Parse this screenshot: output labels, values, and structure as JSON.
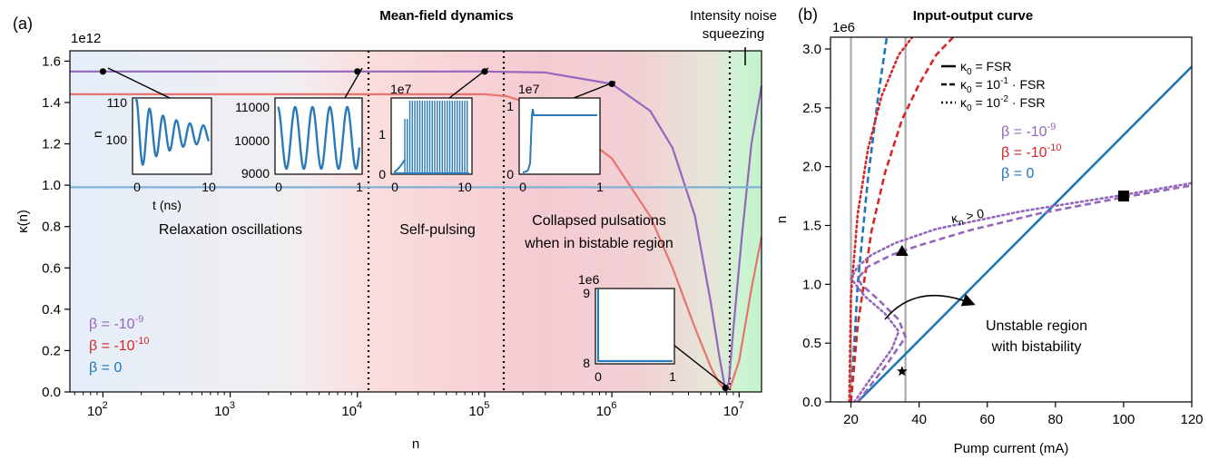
{
  "panel_a": {
    "label": "(a)",
    "title": "Mean-field dynamics",
    "xlabel": "n",
    "ylabel": "κ(n)",
    "y_multiplier": "1e12",
    "xtick_labels": [
      "10",
      "10",
      "10",
      "10",
      "10",
      "10"
    ],
    "xtick_exponents": [
      "2",
      "3",
      "4",
      "5",
      "6",
      "7"
    ],
    "ytick_labels": [
      "0.0",
      "0.2",
      "0.4",
      "0.6",
      "0.8",
      "1.0",
      "1.2",
      "1.4",
      "1.6"
    ],
    "annotations": {
      "relax": "Relaxation oscillations",
      "self_pulsing": "Self-pulsing",
      "collapsed_1": "Collapsed pulsations",
      "collapsed_2": "when in bistable region",
      "noise_1": "Intensity noise",
      "noise_2": "squeezing"
    },
    "legend": [
      {
        "base": "β = -10",
        "exp": "-9",
        "color": "#9467bd"
      },
      {
        "base": "β = -10",
        "exp": "-10",
        "color": "#d62728"
      },
      {
        "base": "β = 0",
        "exp": "",
        "color": "#1f77b4"
      }
    ],
    "insets": {
      "inset1": {
        "ylabel": "n",
        "xlabel": "t (ns)",
        "yticks": [
          "110",
          "100"
        ],
        "xticks": [
          "0",
          "10"
        ]
      },
      "inset2": {
        "yticks": [
          "11000",
          "10000",
          "9000"
        ],
        "xticks": [
          "0",
          "1"
        ]
      },
      "inset3": {
        "mult": "1e7",
        "yticks": [
          "1",
          "0"
        ],
        "xticks": [
          "0",
          "10"
        ]
      },
      "inset4": {
        "mult": "1e7",
        "yticks": [
          "1",
          "0"
        ],
        "xticks": [
          "0",
          "1"
        ]
      },
      "inset5": {
        "mult": "1e6",
        "yticks": [
          "9",
          "8"
        ],
        "xticks": [
          "0",
          "1"
        ]
      }
    }
  },
  "panel_b": {
    "label": "(b)",
    "title": "Input-output curve",
    "xlabel": "Pump current (mA)",
    "ylabel": "n",
    "y_multiplier": "1e6",
    "xtick_labels": [
      "20",
      "40",
      "60",
      "80",
      "100",
      "120"
    ],
    "ytick_labels": [
      "0.0",
      "0.5",
      "1.0",
      "1.5",
      "2.0",
      "2.5",
      "3.0"
    ],
    "linestyle_legend": [
      {
        "style": "solid",
        "text": "κ",
        "sub": "0",
        "rest": " = FSR",
        "pre": "",
        "sup": "",
        "post": ""
      },
      {
        "style": "dashed",
        "text": "κ",
        "sub": "0",
        "rest": " = 10",
        "sup": "-1",
        "post": " · FSR"
      },
      {
        "style": "dotted",
        "text": "κ",
        "sub": "0",
        "rest": " = 10",
        "sup": "-2",
        "post": " · FSR"
      }
    ],
    "legend": [
      {
        "base": "β = -10",
        "exp": "-9",
        "color": "#9467bd"
      },
      {
        "base": "β = -10",
        "exp": "-10",
        "color": "#d62728"
      },
      {
        "base": "β = 0",
        "exp": "",
        "color": "#1f77b4"
      }
    ],
    "annotations": {
      "kn_k": "κ",
      "kn_sub": "n",
      "kn_rest": " > 0",
      "unstable_1": "Unstable region",
      "unstable_2": "with bistability"
    }
  },
  "chart_data": [
    {
      "type": "line",
      "title": "Mean-field dynamics",
      "xlabel": "n",
      "ylabel": "κ(n)",
      "xscale": "log",
      "xlim": [
        55,
        15000000
      ],
      "ylim": [
        0,
        1.65
      ],
      "y_scale_factor": 1000000000000.0,
      "series": [
        {
          "name": "β = -10^-9",
          "color": "#9467bd",
          "x": [
            55,
            1000,
            10000,
            100000,
            300000,
            1000000,
            2000000,
            3000000,
            4500000,
            6000000,
            7000000,
            7600000,
            7900000,
            8300000,
            9000000,
            10500000,
            12500000,
            15000000
          ],
          "y": [
            1.55,
            1.55,
            1.55,
            1.55,
            1.545,
            1.49,
            1.36,
            1.18,
            0.85,
            0.43,
            0.17,
            0.05,
            0.0,
            0.05,
            0.3,
            0.75,
            1.2,
            1.48
          ]
        },
        {
          "name": "β = -10^-10",
          "color": "#e8736f",
          "x": [
            55,
            1000,
            10000,
            100000,
            150000,
            300000,
            1000000,
            2000000,
            3000000,
            4500000,
            6000000,
            7000000,
            7800000,
            8500000,
            10000000,
            12500000,
            15000000
          ],
          "y": [
            1.44,
            1.44,
            1.44,
            1.44,
            1.43,
            1.37,
            1.13,
            0.85,
            0.6,
            0.31,
            0.12,
            0.04,
            0.01,
            0.02,
            0.15,
            0.5,
            0.75
          ]
        },
        {
          "name": "β = 0",
          "color": "#7fb1d8",
          "x": [
            55,
            15000000
          ],
          "y": [
            0.99,
            0.99
          ]
        }
      ],
      "vlines": [
        11500,
        130000,
        8000000
      ],
      "markers": [
        {
          "x": 100,
          "y": 1.55
        },
        {
          "x": 10000,
          "y": 1.55
        },
        {
          "x": 100000,
          "y": 1.55
        },
        {
          "x": 1000000,
          "y": 1.49
        },
        {
          "x": 7800000,
          "y": 0.02
        }
      ]
    },
    {
      "type": "line",
      "title": "Input-output curve",
      "xlabel": "Pump current (mA)",
      "ylabel": "n",
      "xlim": [
        14,
        120
      ],
      "ylim": [
        0,
        3.1
      ],
      "y_scale_factor": 1000000.0,
      "vlines": [
        20,
        36
      ],
      "series": [
        {
          "name": "β = 0, κ0 = FSR",
          "color": "#1f77b4",
          "style": "solid",
          "x": [
            22,
            120
          ],
          "y": [
            0,
            2.85
          ]
        },
        {
          "name": "β = 0, κ0 = 0.1·FSR",
          "color": "#1f77b4",
          "style": "dashed",
          "x": [
            20,
            22,
            25,
            28,
            30.5
          ],
          "y": [
            0,
            1.0,
            1.9,
            2.6,
            3.1
          ]
        },
        {
          "name": "β = -10^-10, κ0 = 0.1·FSR",
          "color": "#d62728",
          "style": "dashed",
          "x": [
            20,
            22,
            26,
            30,
            35,
            40,
            45,
            50
          ],
          "y": [
            0,
            0.65,
            1.45,
            1.95,
            2.4,
            2.7,
            2.95,
            3.1
          ]
        },
        {
          "name": "β = -10^-10, κ0 = 0.01·FSR",
          "color": "#d62728",
          "style": "dotted",
          "x": [
            19.5,
            20,
            22,
            25,
            29,
            34,
            38
          ],
          "y": [
            0,
            0.9,
            1.6,
            2.15,
            2.6,
            2.95,
            3.1
          ]
        },
        {
          "name": "β = -10^-9, κ0 = 0.1·FSR",
          "color": "#9467bd",
          "style": "dashed",
          "x": [
            22,
            30,
            36,
            34,
            28,
            23,
            22,
            25,
            32,
            40,
            55,
            75,
            100,
            120
          ],
          "y": [
            0,
            0.3,
            0.55,
            0.7,
            0.87,
            1.0,
            1.05,
            1.15,
            1.25,
            1.33,
            1.46,
            1.6,
            1.74,
            1.84
          ]
        },
        {
          "name": "β = -10^-9, κ0 = 0.01·FSR",
          "color": "#9467bd",
          "style": "dotted",
          "x": [
            21,
            27,
            32,
            34,
            30,
            24,
            20,
            22,
            26,
            33,
            45,
            70,
            100,
            120
          ],
          "y": [
            0,
            0.25,
            0.45,
            0.6,
            0.75,
            0.9,
            1.05,
            1.15,
            1.25,
            1.35,
            1.47,
            1.62,
            1.76,
            1.86
          ]
        }
      ],
      "markers": [
        {
          "shape": "triangle",
          "x": 35,
          "y": 1.28
        },
        {
          "shape": "square",
          "x": 100,
          "y": 1.75
        },
        {
          "shape": "star",
          "x": 35,
          "y": 0.26
        }
      ]
    }
  ]
}
